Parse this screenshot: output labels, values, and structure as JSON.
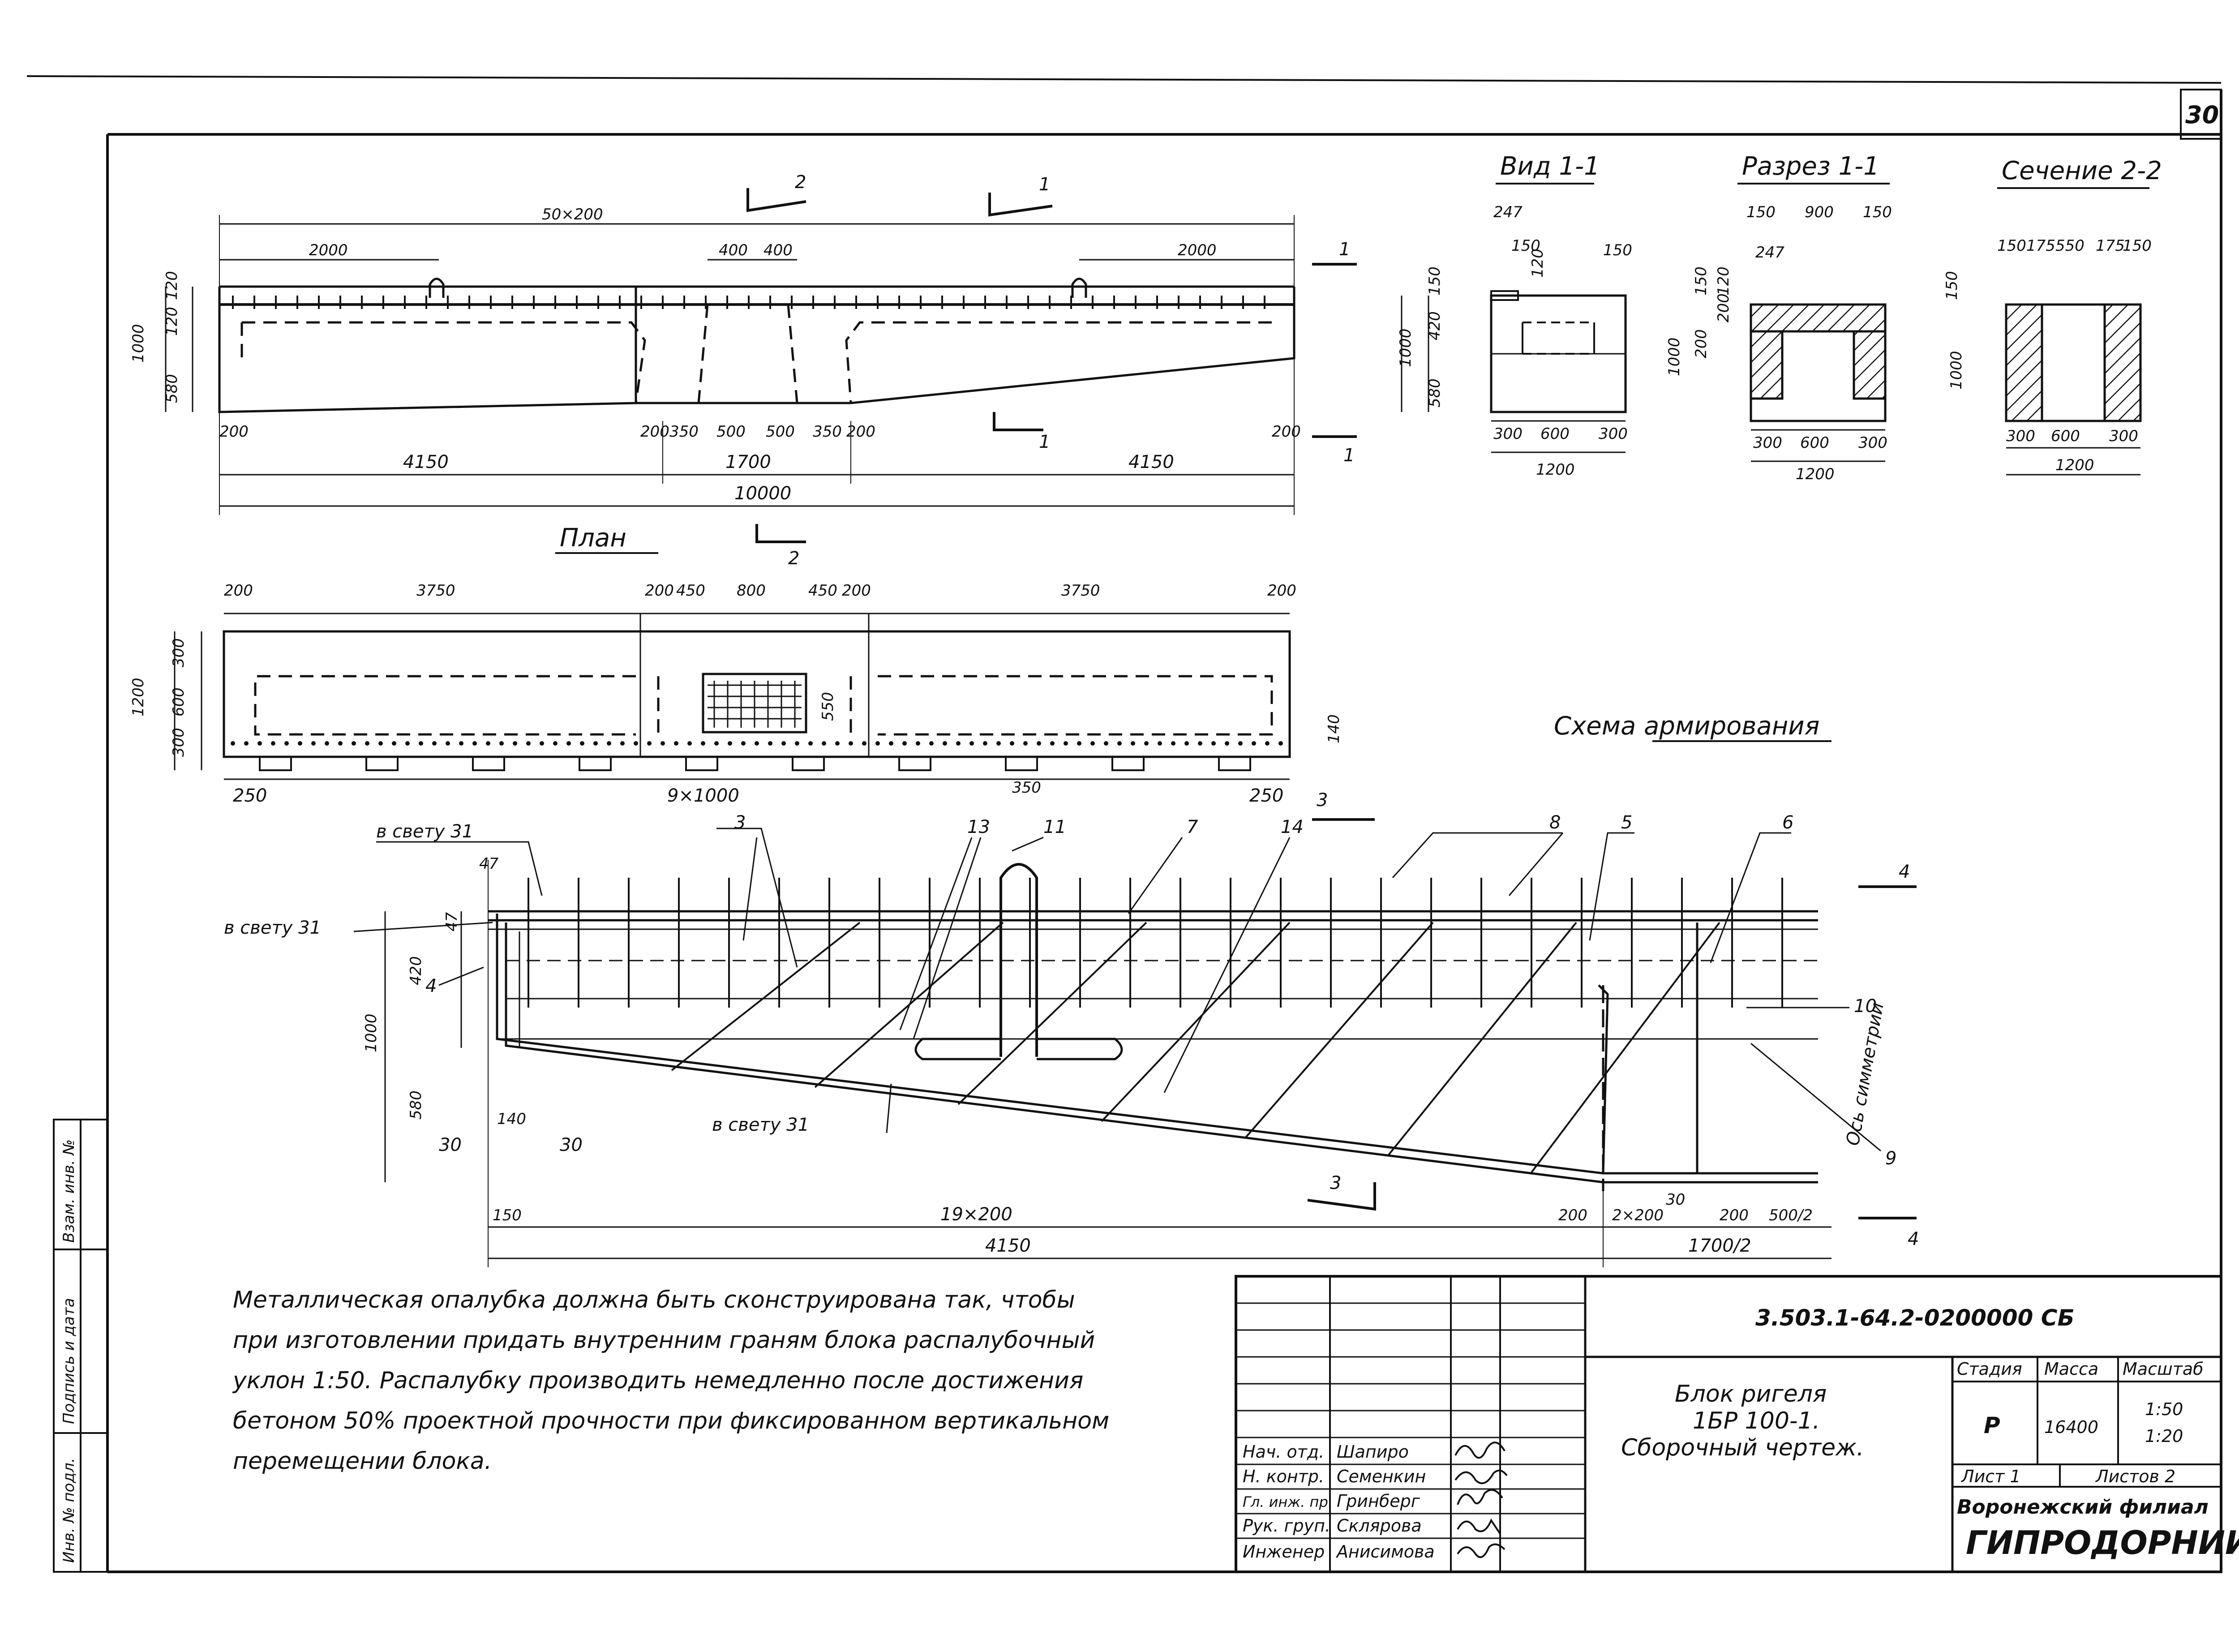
{
  "sheet": {
    "page_number": "30"
  },
  "views": {
    "elevation": {
      "section_markers": [
        "2",
        "1",
        "1",
        "1",
        "1",
        "2"
      ],
      "top_dims": [
        "50×200",
        "2000",
        "400",
        "400",
        "2000"
      ],
      "left_dims": [
        "1000",
        "120",
        "120",
        "580"
      ],
      "bottom_dims": [
        "200",
        "200",
        "350",
        "500",
        "500",
        "350",
        "200",
        "200"
      ],
      "overall_dims": [
        "4150",
        "1700",
        "4150",
        "10000"
      ]
    },
    "view_1_1": {
      "title": "Вид 1-1",
      "dims": [
        "247",
        "150",
        "120",
        "150",
        "150",
        "1000",
        "420",
        "580",
        "300",
        "600",
        "300",
        "1200"
      ]
    },
    "section_1_1": {
      "title": "Разрез 1-1",
      "dims": [
        "150",
        "900",
        "150",
        "247",
        "150",
        "200",
        "120",
        "1000",
        "200",
        "300",
        "600",
        "300",
        "1200"
      ]
    },
    "section_2_2": {
      "title": "Сечение 2-2",
      "dims": [
        "150",
        "175",
        "550",
        "175",
        "150",
        "150",
        "1000",
        "300",
        "600",
        "300",
        "1200"
      ]
    },
    "plan": {
      "title": "План",
      "top_dims": [
        "200",
        "3750",
        "200",
        "450",
        "800",
        "450",
        "200",
        "3750",
        "200"
      ],
      "left_dims": [
        "1200",
        "300",
        "600",
        "300"
      ],
      "inner_dims": [
        "550",
        "140"
      ],
      "bottom_dims": [
        "250",
        "9×1000",
        "350",
        "250"
      ]
    },
    "reinforcement": {
      "title": "Схема армирования",
      "clear_labels": [
        "в свету 31",
        "в свету 31",
        "в свету 31"
      ],
      "markers": [
        "3",
        "13",
        "11",
        "7",
        "14",
        "8",
        "5",
        "6",
        "4",
        "10",
        "9",
        "4",
        "3",
        "4"
      ],
      "symmetry_label": "Ось симметрии",
      "left_dims": [
        "47",
        "47",
        "420",
        "1000",
        "580",
        "30",
        "140",
        "30"
      ],
      "bottom_dims": [
        "150",
        "19×200",
        "200",
        "2×200",
        "30",
        "200",
        "500/2"
      ],
      "overall_dims": [
        "4150",
        "1700/2"
      ]
    }
  },
  "note": {
    "lines": [
      "Металлическая опалубка должна быть сконструирована так, чтобы",
      "при изготовлении придать внутренним граням блока распалубочный",
      "уклон 1:50. Распалубку производить немедленно после достижения",
      "бетоном 50% проектной прочности при фиксированном вертикальном",
      "перемещении блока."
    ]
  },
  "side_stamp": [
    "Инв. № подл.",
    "Подпись и дата",
    "Взам. инв. №"
  ],
  "title_block": {
    "doc_code": "3.503.1-64.2-0200000 СБ",
    "name_lines": [
      "Блок ригеля",
      "1БР 100-1.",
      "Сборочный чертеж."
    ],
    "headers": [
      "Стадия",
      "Масса",
      "Масштаб"
    ],
    "stage": "Р",
    "mass": "16400",
    "scales": [
      "1:50",
      "1:20"
    ],
    "sheet_label": "Лист 1",
    "sheets_label": "Листов 2",
    "org_line1": "Воронежский филиал",
    "org_line2": "ГИПРОДОРНИИ",
    "signatures": [
      {
        "role": "Нач. отд.",
        "name": "Шапиро"
      },
      {
        "role": "Н. контр.",
        "name": "Семенкин"
      },
      {
        "role": "Гл. инж. пр.",
        "name": "Гринберг"
      },
      {
        "role": "Рук. груп.",
        "name": "Склярова"
      },
      {
        "role": "Инженер",
        "name": "Анисимова"
      }
    ]
  }
}
